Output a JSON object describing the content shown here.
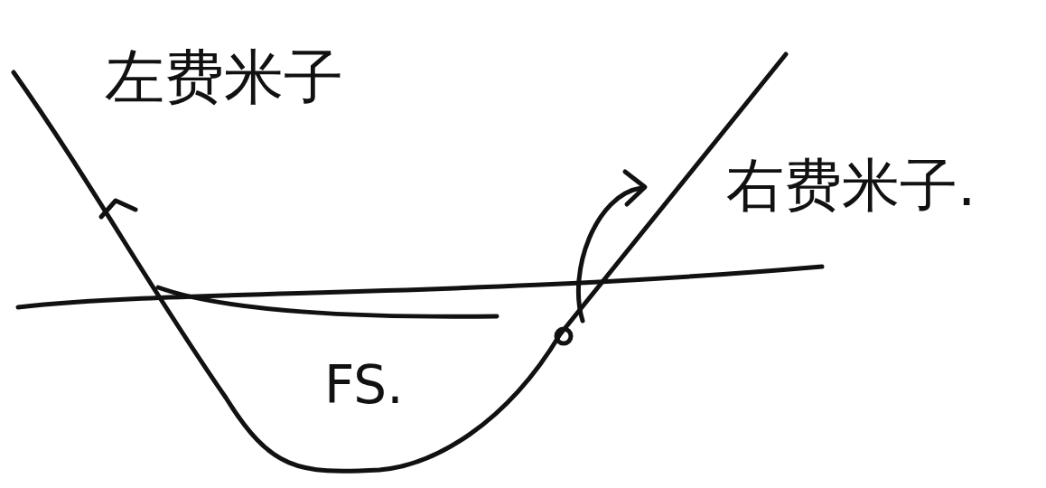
{
  "diagram": {
    "labels": [
      "左费米子",
      "右费米子.",
      "FS."
    ]
  }
}
